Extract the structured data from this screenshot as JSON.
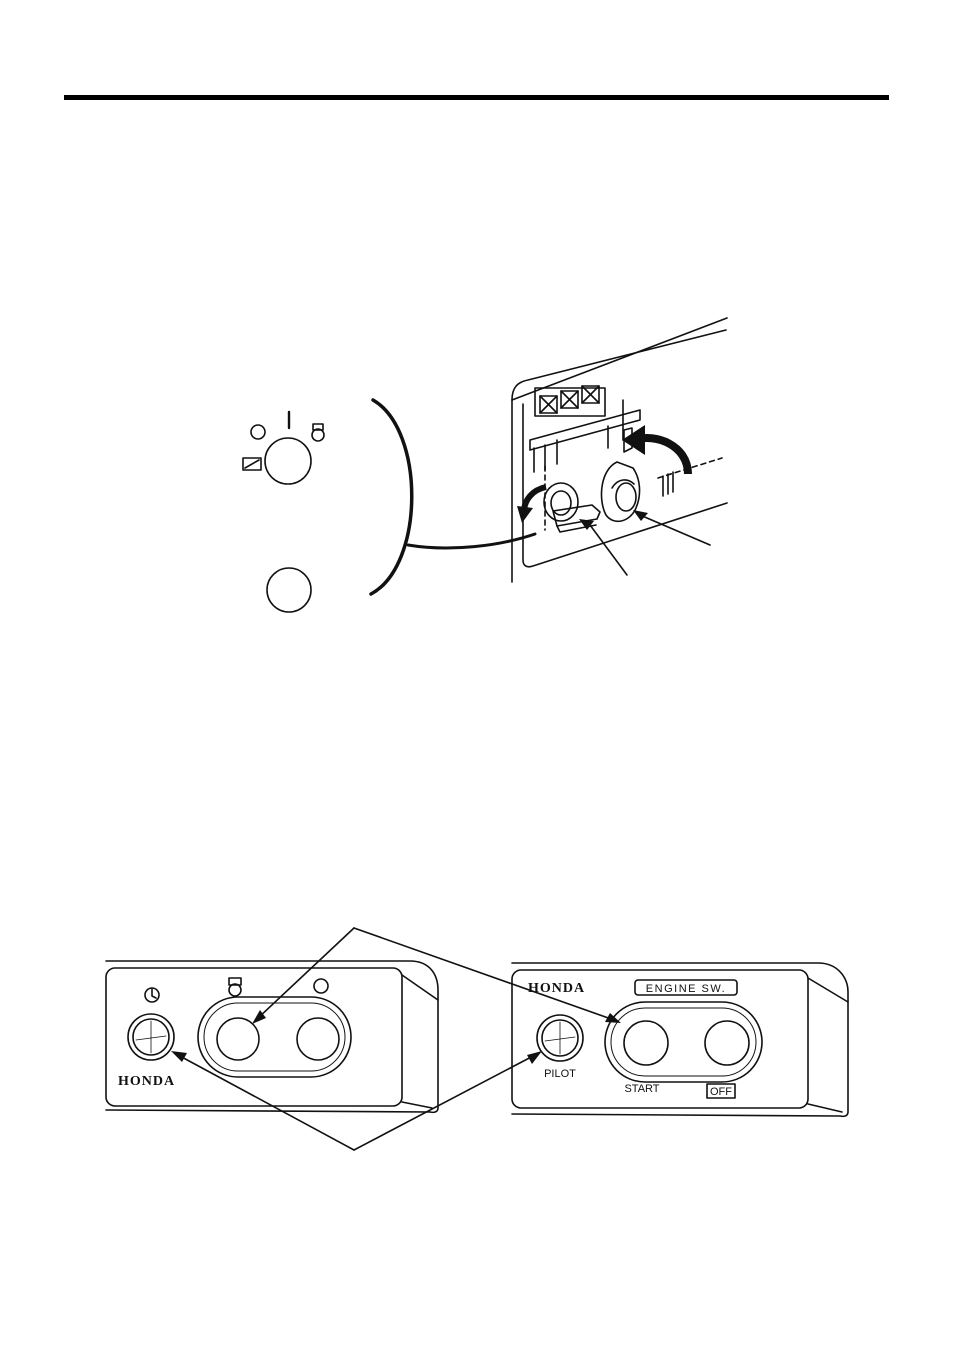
{
  "colors": {
    "ink": "#111111",
    "paper": "#ffffff"
  },
  "figure_bottom": {
    "left_panel": {
      "brand": "HONDA"
    },
    "right_panel": {
      "brand": "HONDA",
      "switch_label": "ENGINE SW.",
      "pilot_label": "PILOT",
      "start_label": "START",
      "off_label": "OFF"
    }
  }
}
